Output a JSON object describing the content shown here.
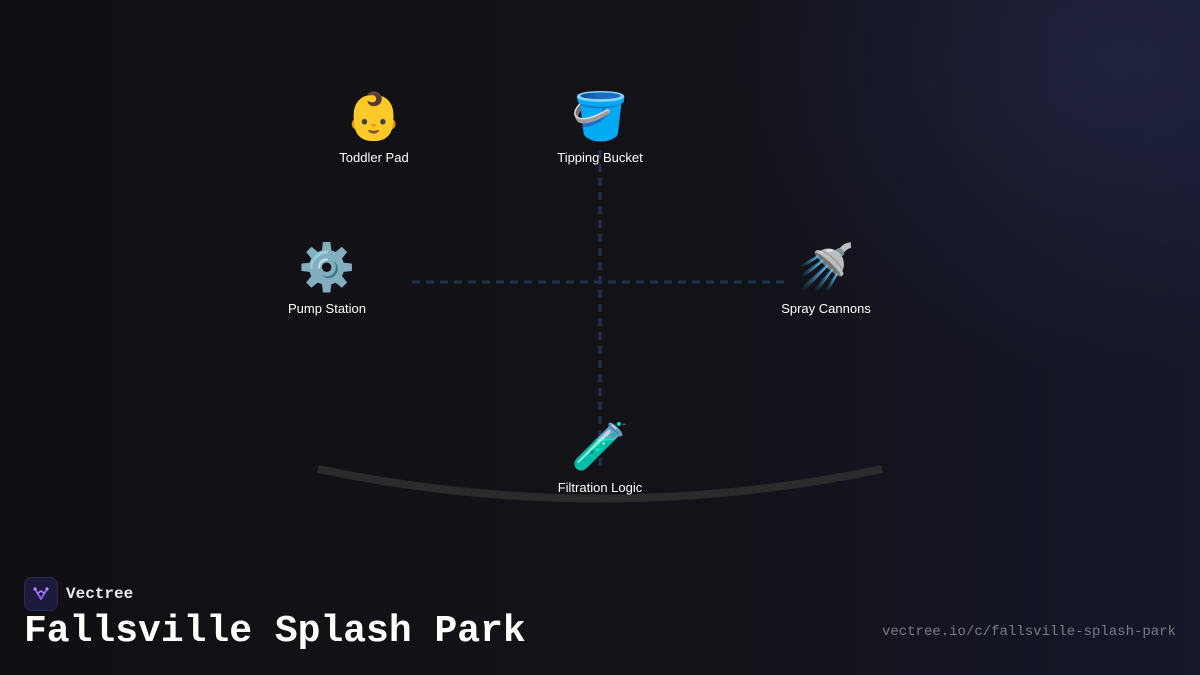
{
  "brand": {
    "name": "Vectree",
    "logo_icon": "vectree-logo-icon",
    "accent": "#8b5cf6"
  },
  "title": "Fallsville Splash Park",
  "url": "vectree.io/c/fallsville-splash-park",
  "nodes": {
    "toddler_pad": {
      "label": "Toddler Pad",
      "icon": "👶",
      "icon_name": "baby-icon"
    },
    "tipping_bucket": {
      "label": "Tipping Bucket",
      "icon": "🪣",
      "icon_name": "bucket-icon"
    },
    "pump_station": {
      "label": "Pump Station",
      "icon": "⚙️",
      "icon_name": "gear-icon"
    },
    "spray_cannons": {
      "label": "Spray Cannons",
      "icon": "🚿",
      "icon_name": "shower-icon"
    },
    "filtration_logic": {
      "label": "Filtration Logic",
      "icon": "🧪",
      "icon_name": "test-tube-icon"
    }
  },
  "colors": {
    "background": "#111115",
    "connector": "#1f3350",
    "arc": "#2b2b2e",
    "label": "#ffffff",
    "url": "#7b7b85"
  }
}
